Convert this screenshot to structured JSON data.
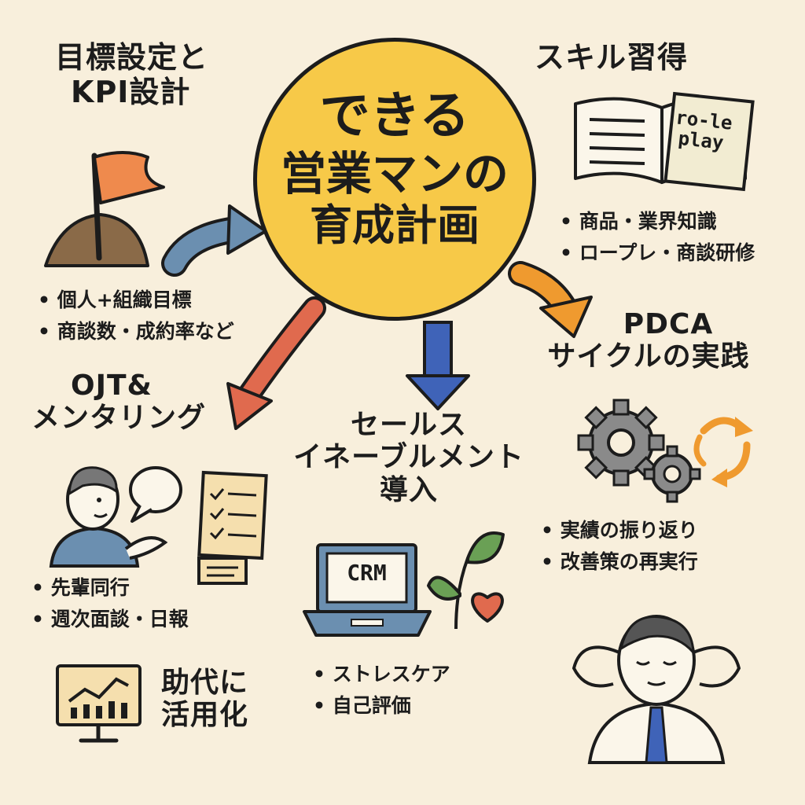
{
  "center": {
    "line1": "できる",
    "line2": "営業マンの",
    "line3": "育成計画"
  },
  "goal_section": {
    "title_line1": "目標設定と",
    "title_line2": "KPI設計",
    "bullets": [
      "個人+組織目標",
      "商談数・成約率など"
    ]
  },
  "skill_section": {
    "title": "スキル習得",
    "book_text_line1": "ro-le",
    "book_text_line2": "play",
    "bullets": [
      "商品・業界知識",
      "ロープレ・商談研修"
    ]
  },
  "pdca_section": {
    "title_line1": "PDCA",
    "title_line2": "サイクルの実践",
    "bullets": [
      "実績の振り返り",
      "改善策の再実行"
    ]
  },
  "ojt_section": {
    "title_line1": "OJT&",
    "title_line2": "メンタリング",
    "bullets": [
      "先輩同行",
      "週次面談・日報"
    ]
  },
  "enablement_section": {
    "title_line1": "セールス",
    "title_line2": "イネーブルメント",
    "title_line3": "導入",
    "laptop_label": "CRM",
    "bullets": [
      "ストレスケア",
      "自己評価"
    ]
  },
  "data_section": {
    "title_line1": "助代に",
    "title_line2": "活用化"
  },
  "colors": {
    "background": "#f8efdc",
    "center_circle": "#f7c948",
    "arrow_blue": "#6b8fb0",
    "arrow_red": "#e06a4e",
    "arrow_navy": "#3f63b8",
    "arrow_orange": "#ef9a2f",
    "flag": "#ef8a4d",
    "gear": "#8a8a8a",
    "leaf": "#6aa055",
    "heart": "#e06a4e"
  }
}
